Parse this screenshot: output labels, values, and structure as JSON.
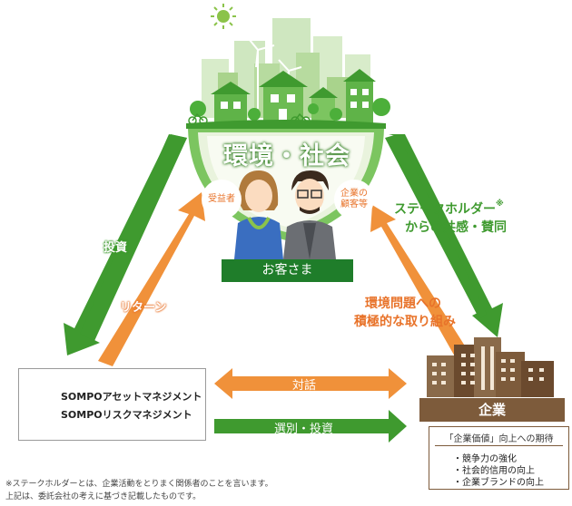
{
  "society": {
    "title": "環境・社会"
  },
  "customer": {
    "label": "お客さま",
    "bubble_left": "受益者",
    "bubble_right": "企業の\n顧客等"
  },
  "arrows": {
    "investment": "投資",
    "return": "リターン",
    "stakeholder_line1": "ステークホルダー",
    "stakeholder_mark": "※",
    "stakeholder_line2": "からの共感・賛同",
    "environment_line1": "環境問題への",
    "environment_line2": "積極的な取り組み",
    "dialogue": "対話",
    "selection": "選別・投資"
  },
  "sompo": {
    "line1": "SOMPOアセットマネジメント",
    "line2": "SOMPOリスクマネジメント"
  },
  "company": {
    "label": "企業",
    "expectation_title": "「企業価値」向上への期待",
    "items": [
      "・競争力の強化",
      "・社会的信用の向上",
      "・企業ブランドの向上"
    ]
  },
  "footnotes": [
    "※ステークホルダーとは、企業活動をとりまく関係者のことを言います。",
    "上記は、委託会社の考えに基づき記載したものです。"
  ],
  "colors": {
    "green": "#3f9a2f",
    "orange": "#f0913a",
    "brown": "#7d5b3b",
    "dark_green": "#1f7d2a"
  }
}
